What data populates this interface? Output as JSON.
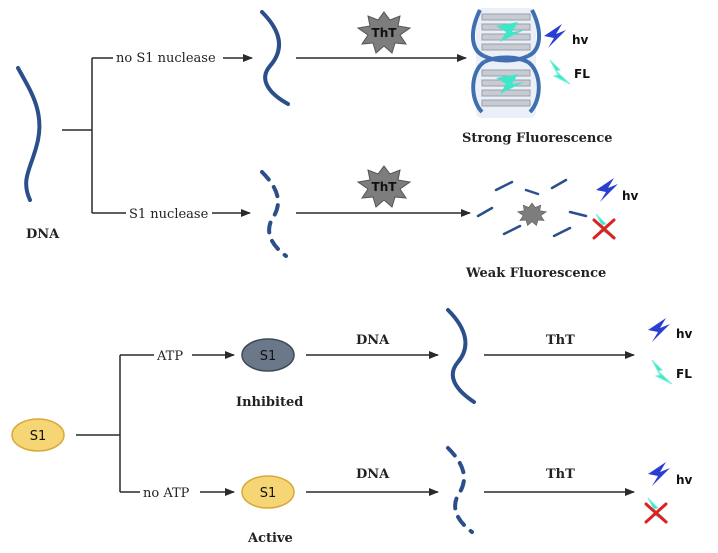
{
  "top": {
    "dna_label": "DNA",
    "branch_upper": "no S1 nuclease",
    "branch_lower": "S1 nuclease",
    "tht_upper": "ThT",
    "tht_lower": "ThT",
    "strong": "Strong Fluorescence",
    "weak": "Weak Fluorescence",
    "hv_upper": "hv",
    "fl_upper": "FL",
    "hv_lower": "hv"
  },
  "bottom": {
    "s1_start": "S1",
    "branch_upper": "ATP",
    "branch_lower": "no ATP",
    "s1_inhibited": "S1",
    "s1_active": "S1",
    "inhibited": "Inhibited",
    "active": "Active",
    "dna_upper": "DNA",
    "dna_lower": "DNA",
    "tht_upper": "ThT",
    "tht_lower": "ThT",
    "hv_upper": "hv",
    "fl_upper": "FL",
    "hv_lower": "hv"
  },
  "colors": {
    "strand": "#2b4f8a",
    "line": "#2a2a2a",
    "s1_active": "#f6d574",
    "s1_active_border": "#d9a83a",
    "s1_inhibited": "#6b7889",
    "s1_inhibited_border": "#3e4958",
    "bolt": "#2a3fd0",
    "fl": "#3fe6c8",
    "cross": "#e02020",
    "tht": "#7d7d7d"
  }
}
